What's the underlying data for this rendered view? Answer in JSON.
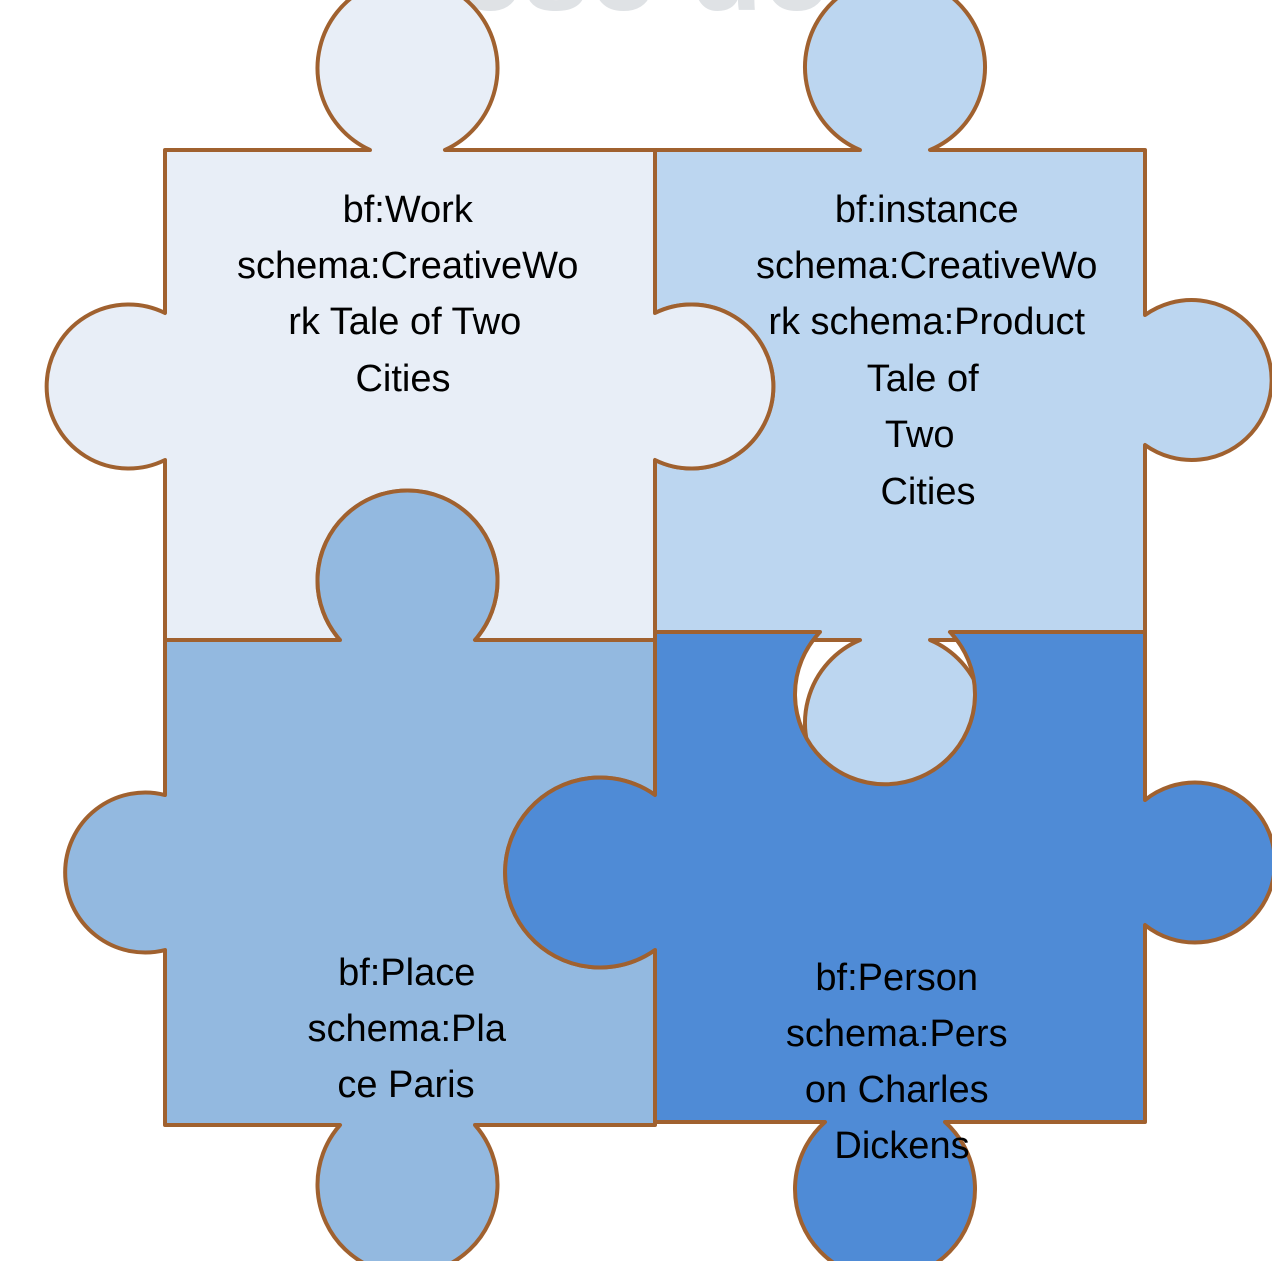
{
  "colors": {
    "outline": "#a0612f",
    "work": "#e8eef7",
    "instance": "#bcd6f0",
    "place": "#93b9e0",
    "person": "#4f8bd6",
    "banner": "#dfe2e5"
  },
  "banner": {
    "text": "these de..."
  },
  "pieces": {
    "work": {
      "lines": [
        "bf:Work",
        "schema:CreativeWo",
        "rk  Tale of Two",
        "Cities"
      ]
    },
    "instance": {
      "lines": [
        "bf:instance",
        "schema:CreativeWo",
        "rk  schema:Product",
        "Tale of",
        "Two",
        "Cities"
      ]
    },
    "place": {
      "lines": [
        "bf:Place",
        "schema:Pla",
        "ce  Paris"
      ]
    },
    "person": {
      "lines": [
        "bf:Person",
        "schema:Pers",
        "on  Charles",
        "Dickens"
      ]
    }
  }
}
